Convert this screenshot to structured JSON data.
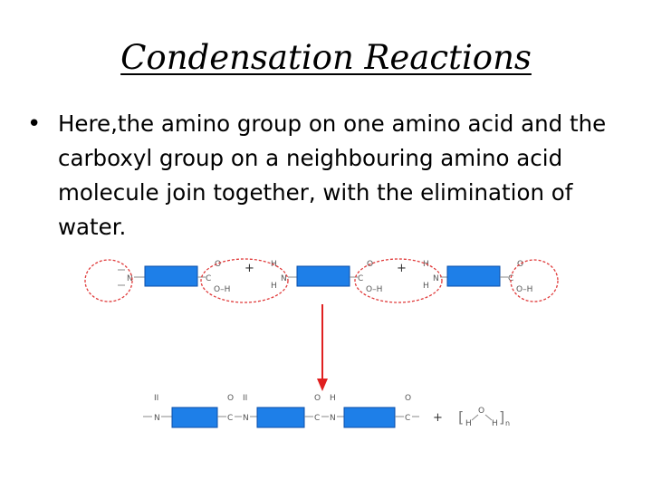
{
  "slide": {
    "title": "Condensation Reactions",
    "bullet": "Here,the amino group on one amino acid and the carboxyl group on a neighbouring amino acid molecule join together, with the elimination of water."
  },
  "diagram": {
    "colors": {
      "block": "#1E7FE8",
      "circle": "#E03A3A",
      "arrow": "#E02020",
      "atoms": "#555555"
    },
    "plus": "+",
    "water": {
      "H": "H",
      "O": "O",
      "subscript": "n"
    },
    "atom_labels": {
      "N": "N",
      "C": "C",
      "O": "O",
      "H": "H",
      "OH": "O–H"
    }
  }
}
